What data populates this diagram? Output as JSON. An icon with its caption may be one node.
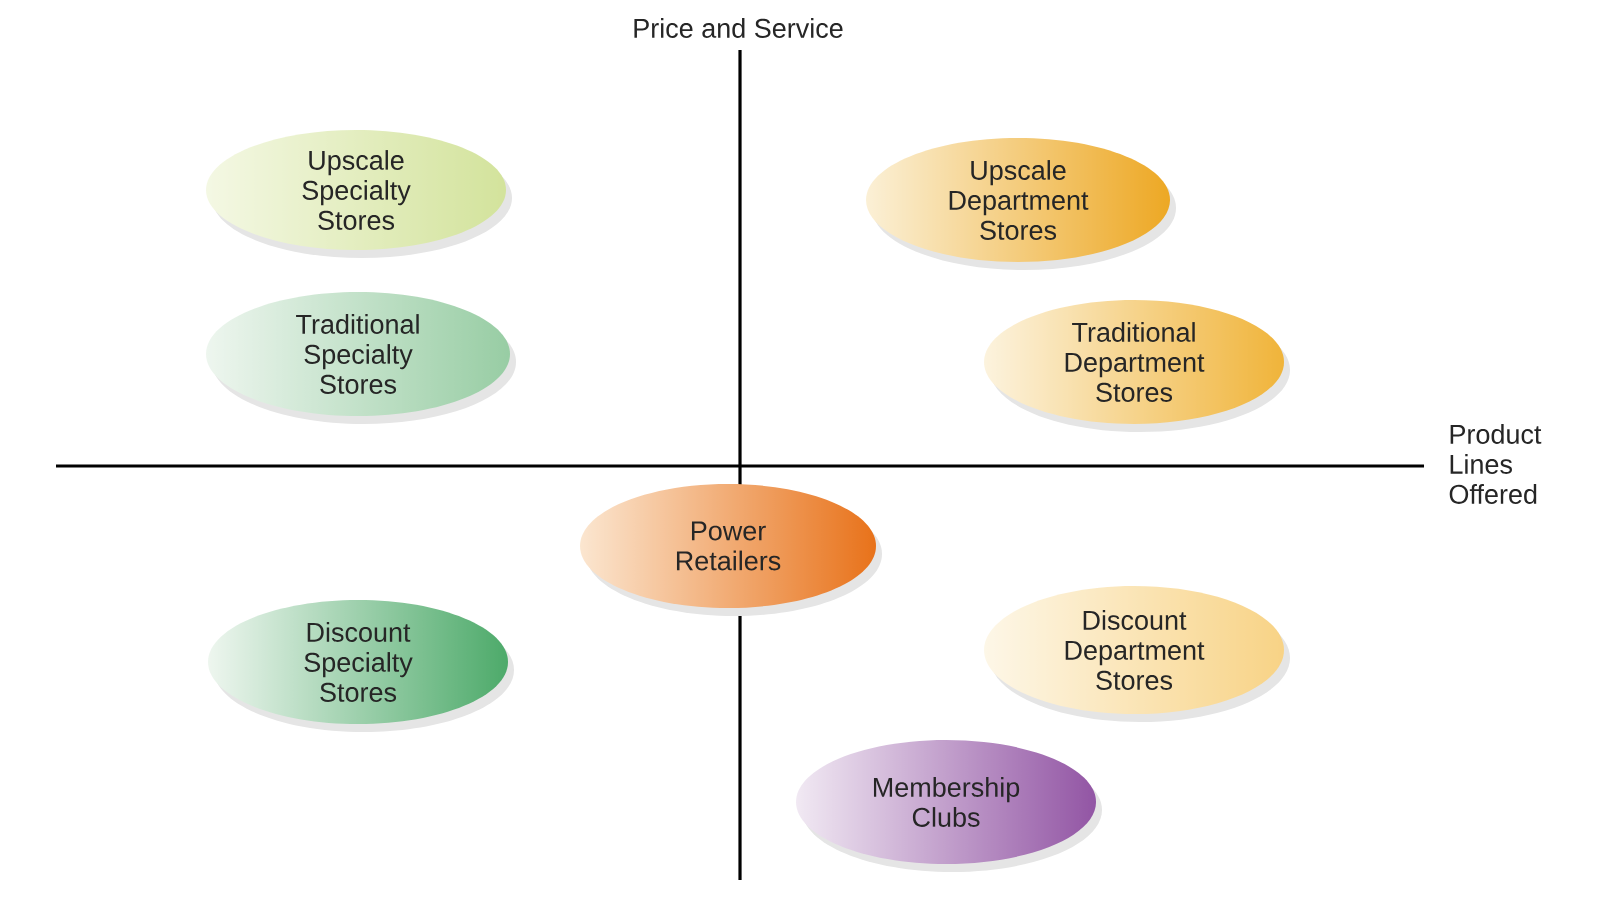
{
  "diagram": {
    "nodes": [
      {
        "text": [
          "Upscale Specialty Stores"
        ]
      },
      {
        "text": [
          "Upscale Department Stores"
        ]
      },
      {
        "text": [
          "Traditional Specialty Stores"
        ]
      },
      {
        "text": [
          "Traditional Department Stores"
        ]
      },
      {
        "text": [
          "Power Retailers"
        ]
      },
      {
        "text": [
          "Discount Specialty Stores"
        ]
      },
      {
        "text": [
          "Discount Department Stores"
        ]
      },
      {
        "text": [
          "Membership Clubs"
        ]
      }
    ],
    "labels": [
      "Price and Service",
      "Product Lines Offered"
    ]
  }
}
